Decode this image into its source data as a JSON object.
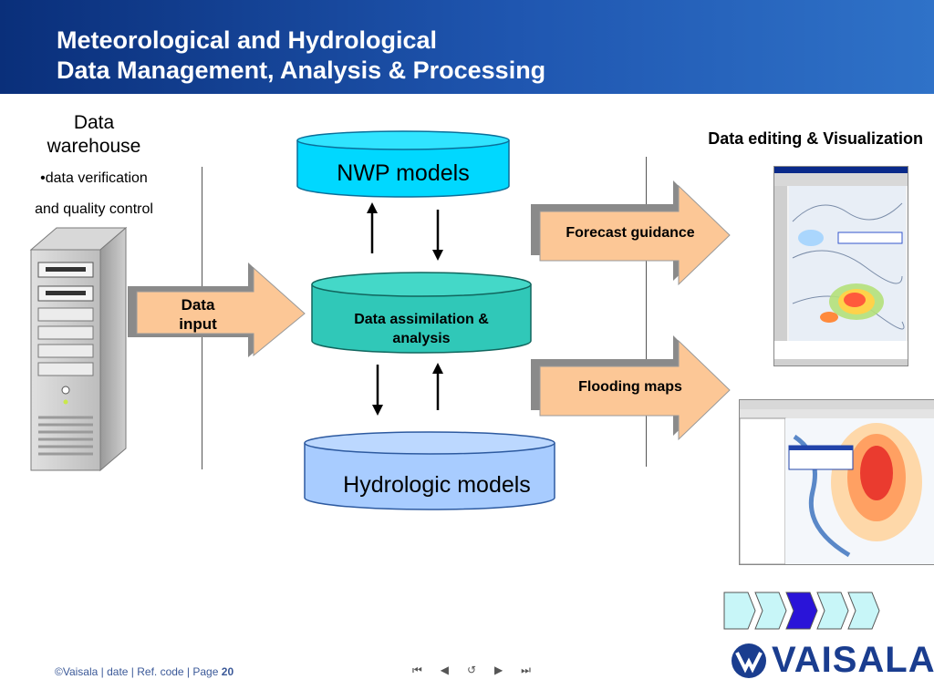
{
  "header": {
    "title_line1": "Meteorological and Hydrological",
    "title_line2": "Data Management, Analysis & Processing"
  },
  "warehouse": {
    "title_line1": "Data",
    "title_line2": "warehouse",
    "bullet_line1": "•data verification",
    "bullet_line2": "and quality control"
  },
  "data_input": {
    "line1": "Data",
    "line2": "input"
  },
  "nwp": {
    "label": "NWP models"
  },
  "assimilation": {
    "line1": "Data assimilation &",
    "line2": "analysis"
  },
  "hydrologic": {
    "label": "Hydrologic models"
  },
  "visualization": {
    "title": "Data editing & Visualization"
  },
  "forecast": {
    "label": "Forecast guidance"
  },
  "flooding": {
    "label": "Flooding maps"
  },
  "footer": {
    "text": "©Vaisala | date | Ref. code | Page",
    "page": "20",
    "nav": {
      "first": "⏮",
      "prev": "◀",
      "return": "↺",
      "next": "▶",
      "last": "⏭"
    }
  },
  "logo": {
    "text": "VAISALA"
  },
  "colors": {
    "nwp": "#00d8ff",
    "assimilation": "#30c8b8",
    "hydrologic": "#a8ccff",
    "arrow_fill": "#fcc796",
    "progress_active": "#2a14d8",
    "progress_inactive": "#c8f6f8",
    "brand": "#1a3d8f"
  },
  "progress": {
    "total": 5,
    "active_index": 2
  }
}
